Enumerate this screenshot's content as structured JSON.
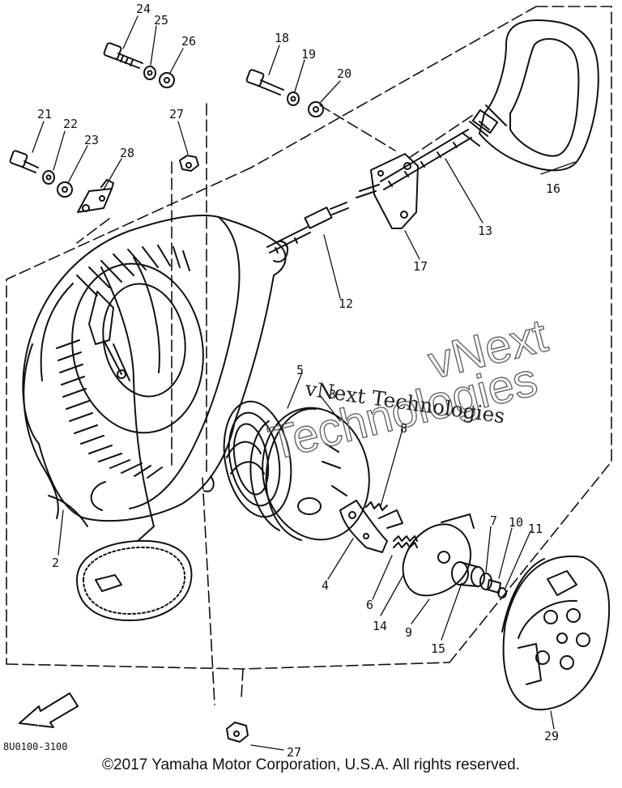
{
  "diagram": {
    "part_numbers": [
      "24",
      "25",
      "26",
      "18",
      "19",
      "20",
      "21",
      "22",
      "23",
      "27",
      "28",
      "16",
      "13",
      "17",
      "12",
      "5",
      "3",
      "8",
      "7",
      "10",
      "11",
      "2",
      "4",
      "6",
      "14",
      "9",
      "15",
      "29",
      "27"
    ],
    "part_code": "8U0100-3100",
    "fwd_label": "FWD"
  },
  "watermark": {
    "line1": "vNext Technologies",
    "outline_line1": "vNext",
    "outline_line2": "Technologies"
  },
  "footer": {
    "copyright": "©2017 Yamaha Motor Corporation, U.S.A. All rights reserved."
  }
}
